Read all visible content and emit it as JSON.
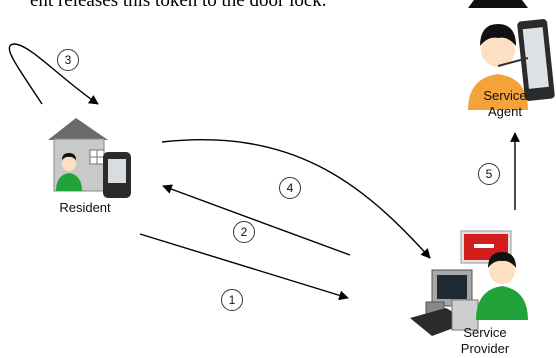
{
  "header_text": "ent releases this token to the door lock.",
  "actors": {
    "resident": "Resident",
    "agent_line1": "Service",
    "agent_line2": "Agent",
    "provider_line1": "Service",
    "provider_line2": "Provider"
  },
  "steps": [
    "1",
    "2",
    "3",
    "4",
    "5"
  ],
  "colors": {
    "person_green": "#22a33a",
    "person_orange": "#f4a23a",
    "alert_red": "#d41e1e",
    "house": "#bdbdbd",
    "arrow": "#000000"
  },
  "icons": [
    "house-icon",
    "phone-icon",
    "person-icon",
    "tablet-icon",
    "computer-icon",
    "alert-sign-icon"
  ]
}
